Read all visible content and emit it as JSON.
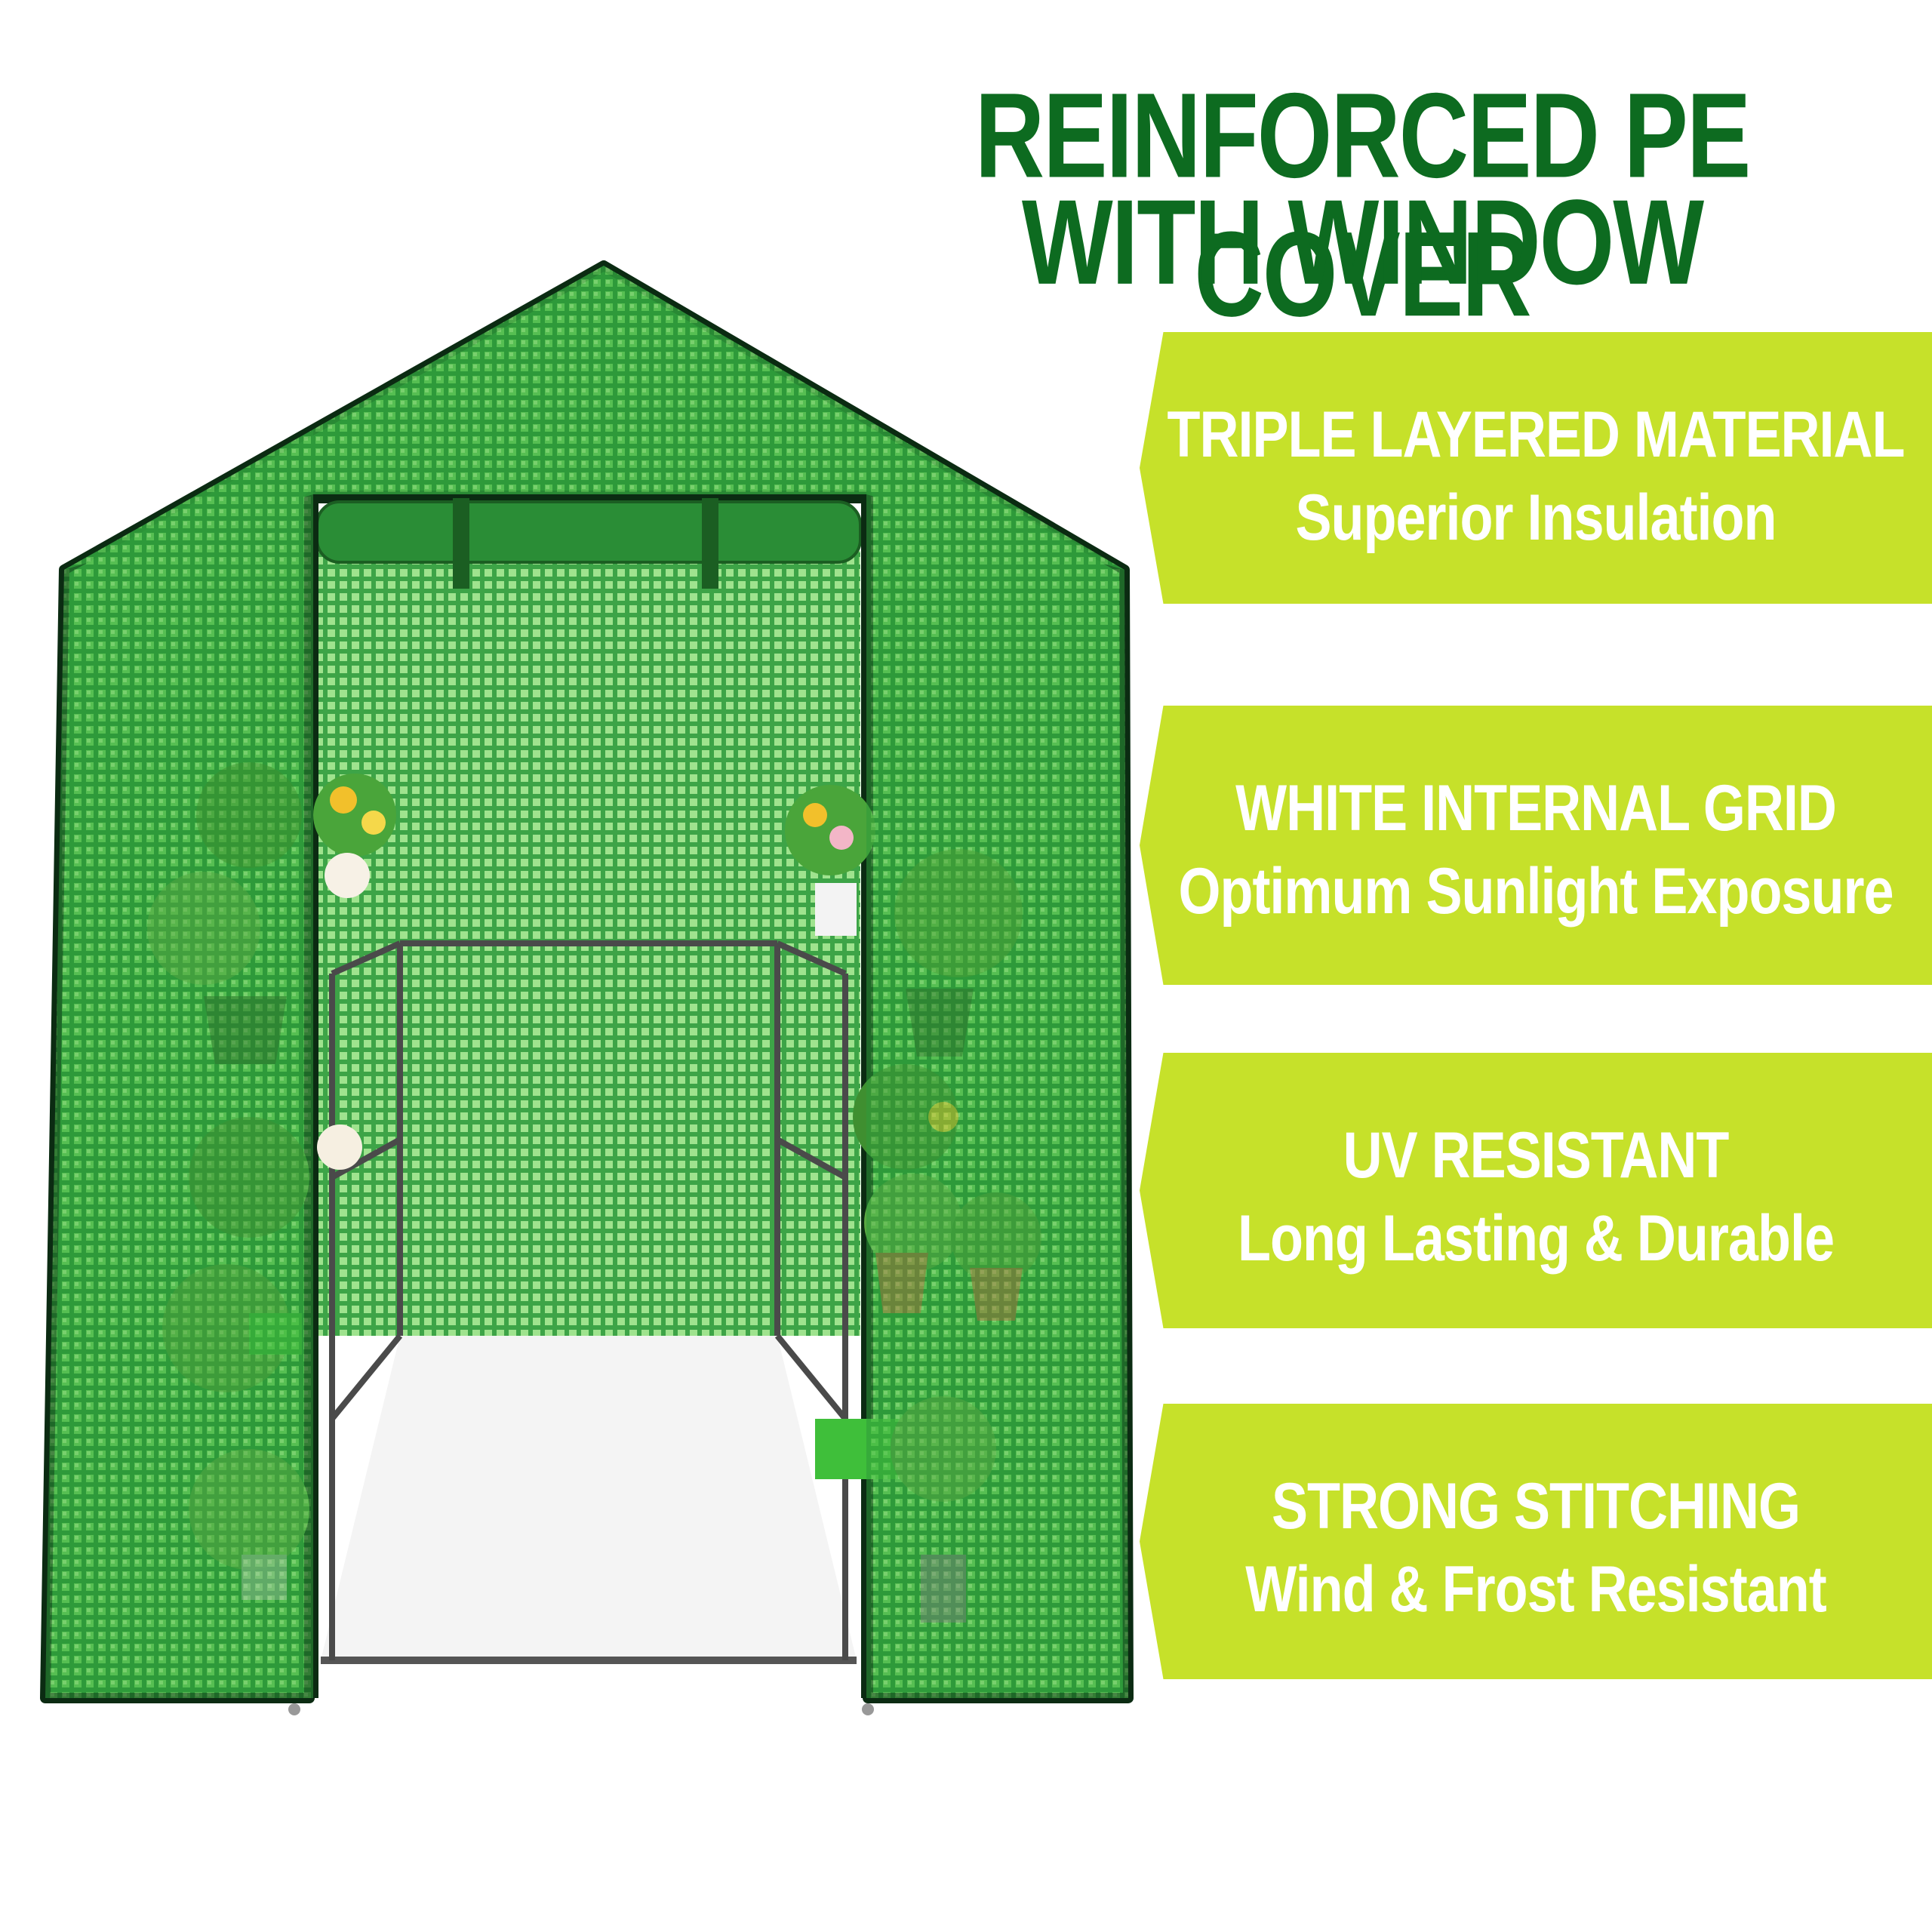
{
  "headline": {
    "line1": "REINFORCED PE COVER",
    "line2": "WITH WINDOW"
  },
  "features": [
    {
      "title": "TRIPLE LAYERED MATERIAL",
      "subtitle": "Superior Insulation",
      "icon": "triple-layer"
    },
    {
      "title": "WHITE INTERNAL GRID",
      "subtitle": "Optimum Sunlight Exposure",
      "icon": "grid"
    },
    {
      "title": "UV RESISTANT",
      "subtitle": "Long Lasting & Durable",
      "icon": "sun"
    },
    {
      "title": "STRONG STITCHING",
      "subtitle": "Wind & Frost Resistant",
      "icon": "stitch"
    }
  ],
  "colors": {
    "headline": "#0d6b20",
    "band": "#c6e12a",
    "band_text": "#ffffff",
    "cover": "#1f8a2e",
    "cover_edge": "#0b2b12"
  },
  "product": "walk-in greenhouse with green PE cover, roll-up door and shelves of potted plants"
}
